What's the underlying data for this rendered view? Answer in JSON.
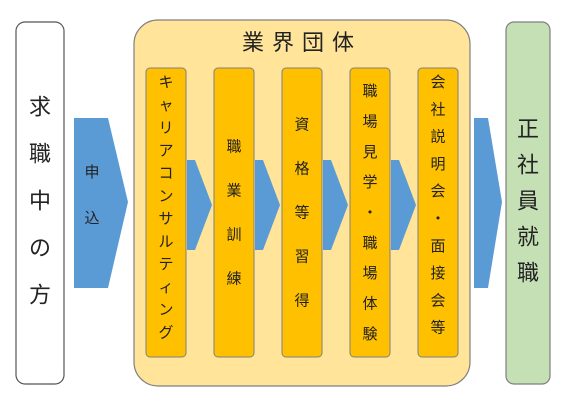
{
  "diagram": {
    "start_box": {
      "text": "求職中の方"
    },
    "apply_arrow": {
      "text": "申込"
    },
    "industry_group": {
      "title": "業界団体"
    },
    "steps": [
      {
        "text": "キャリアコンサルティング"
      },
      {
        "text": "職業訓練"
      },
      {
        "text": "資格等習得"
      },
      {
        "text": "職場見学・職場体験"
      },
      {
        "text": "会社説明会・面接会等"
      }
    ],
    "end_box": {
      "text": "正社員就職"
    }
  },
  "colors": {
    "group_fill": "#ffe49a",
    "step_fill": "#ffc000",
    "arrow_fill": "#5b9bd5",
    "step_arrow_fill": "#5b9bd5",
    "end_fill": "#c5e0b4",
    "start_fill": "#ffffff",
    "apply_text": "#ffffff"
  }
}
